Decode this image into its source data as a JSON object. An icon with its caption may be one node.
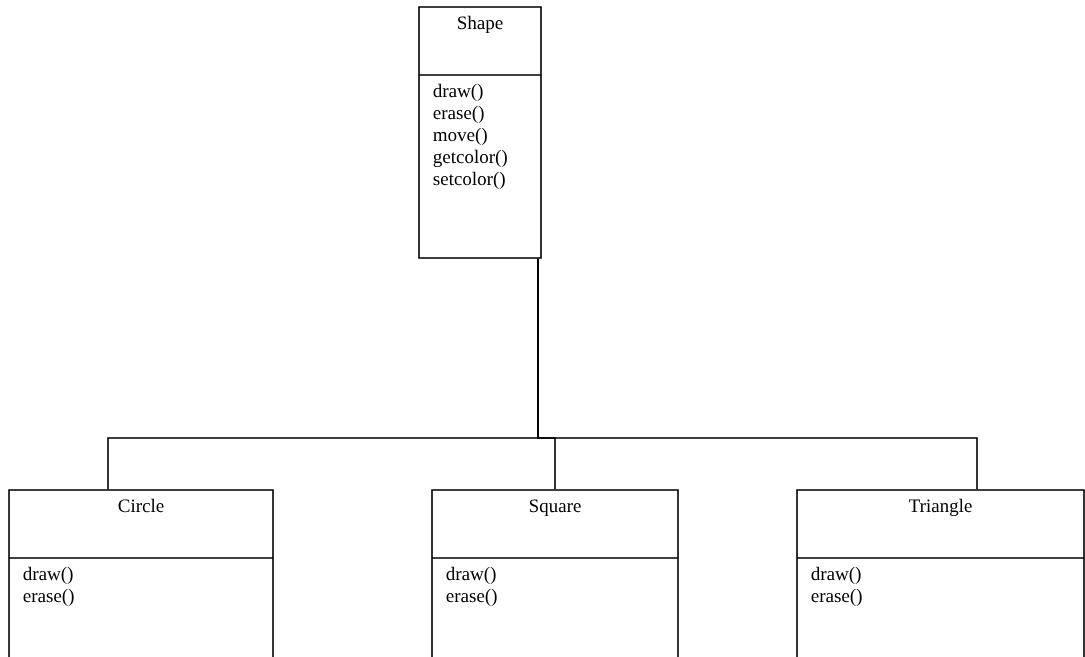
{
  "diagram": {
    "nodes": [
      {
        "text": [
          "Shape",
          "draw()",
          "erase()",
          "move()",
          "getcolor()",
          "setcolor()"
        ]
      },
      {
        "text": [
          "Circle",
          "draw()",
          "erase()"
        ]
      },
      {
        "text": [
          "Square",
          "draw()",
          "erase()"
        ]
      },
      {
        "text": [
          "Triangle",
          "draw()",
          "erase()"
        ]
      }
    ],
    "edges": [
      {
        "from": 0,
        "to": 1,
        "arrow": "none"
      },
      {
        "from": 0,
        "to": 2,
        "arrow": "none"
      },
      {
        "from": 0,
        "to": 3,
        "arrow": "none"
      }
    ]
  }
}
